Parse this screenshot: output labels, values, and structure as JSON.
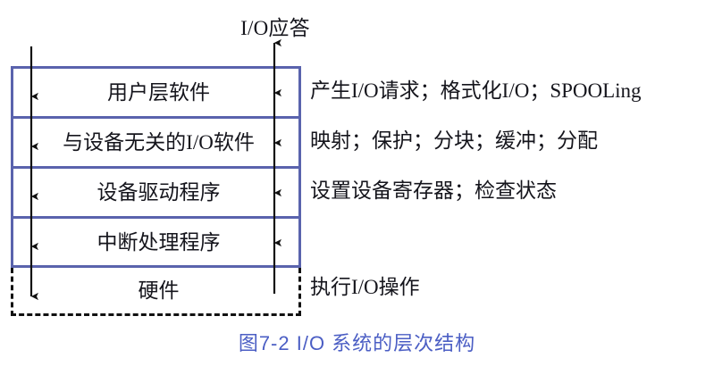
{
  "figure": {
    "top_label": "I/O应答",
    "caption": "图7-2   I/O 系统的层次结构",
    "accent_color": "#5a63ad",
    "caption_color": "#4b5ec4",
    "arrow_color": "#111111",
    "layers": [
      {
        "name": "用户层软件",
        "note": "产生I/O请求；格式化I/O；SPOOLing"
      },
      {
        "name": "与设备无关的I/O软件",
        "note": "映射；保护；分块；缓冲；分配"
      },
      {
        "name": "设备驱动程序",
        "note": "设置设备寄存器；检查状态"
      },
      {
        "name": "中断处理程序",
        "note": ""
      }
    ],
    "hardware": {
      "name": "硬件",
      "note": "执行I/O操作"
    }
  }
}
